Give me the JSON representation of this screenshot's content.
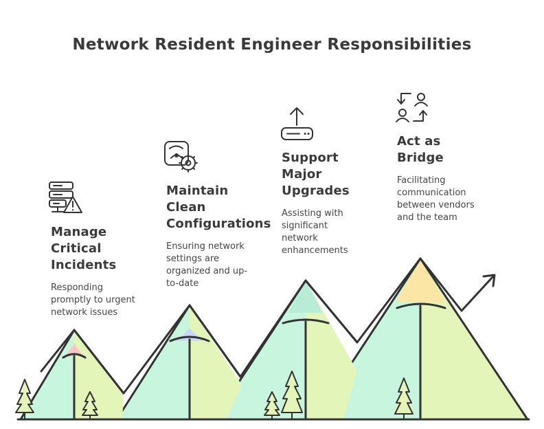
{
  "title": "Network Resident Engineer Responsibilities",
  "steps": [
    {
      "title": "Manage\nCritical\nIncidents",
      "description": "Responding\npromptly to urgent\nnetwork issues",
      "icon": "server-warning-icon",
      "peak_color": "#f8c6c6"
    },
    {
      "title": "Maintain\nClean\nConfigurations",
      "description": "Ensuring network\nsettings are\norganized and up-\nto-date",
      "icon": "config-gear-icon",
      "peak_color": "#c9d8f5"
    },
    {
      "title": "Support\nMajor\nUpgrades",
      "description": "Assisting with\nsignificant\nnetwork\nenhancements",
      "icon": "upload-router-icon",
      "peak_color": "#b9ecd6"
    },
    {
      "title": "Act as\nBridge",
      "description": "Facilitating\ncommunication\nbetween vendors\nand the team",
      "icon": "user-exchange-icon",
      "peak_color": "#fbe6a6"
    }
  ],
  "colors": {
    "ink": "#333333",
    "mint": "#c8f5dd",
    "lime": "#e3f5b8"
  }
}
